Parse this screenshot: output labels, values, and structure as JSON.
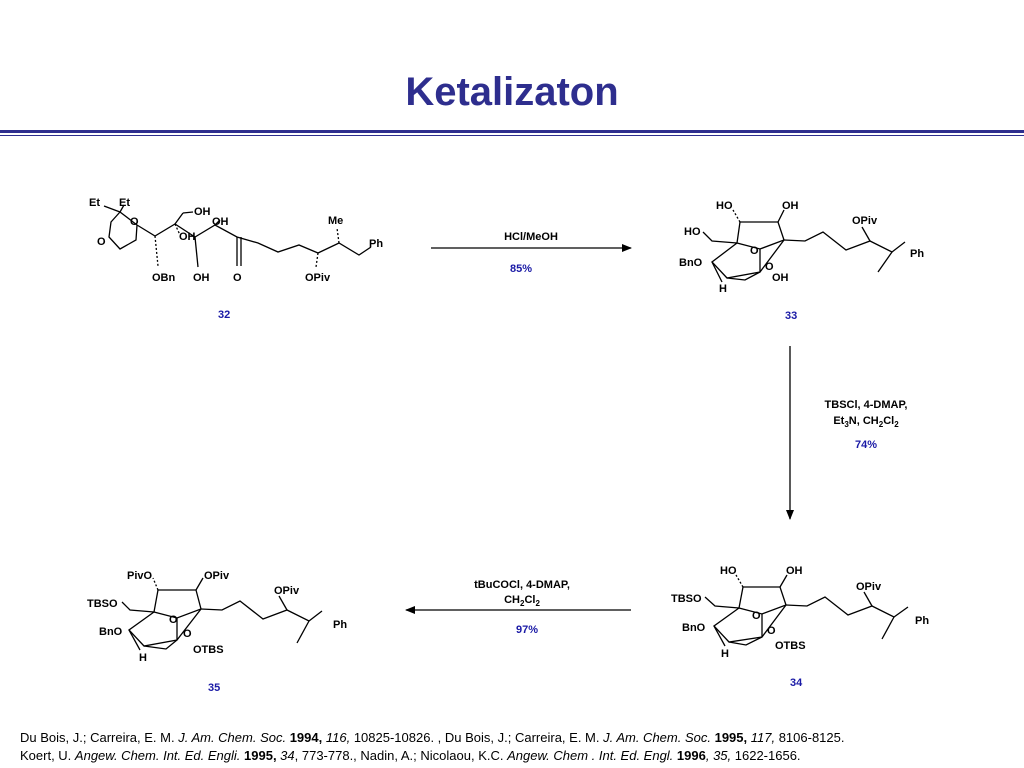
{
  "slide": {
    "title": "Ketalizaton"
  },
  "colors": {
    "title": "#2e2e8e",
    "accent": "#1a1aa6"
  },
  "scheme": {
    "step1": {
      "reagents": "HCl/MeOH",
      "yield": "85%"
    },
    "step2": {
      "reagents_line1": "TBSCl, 4-DMAP,",
      "yield": "74%"
    },
    "step3": {
      "reagents_line1": "tBuCOCl, 4-DMAP,",
      "yield": "97%"
    }
  },
  "compounds": {
    "c32": {
      "number": "32",
      "labels": {
        "et_left": "Et",
        "et_right": "Et",
        "ring_o_top": "O",
        "ring_o_left": "O",
        "oh_ch2": "OH",
        "oh_quat": "OH",
        "oh_top": "OH",
        "obn": "OBn",
        "oh_bottom": "OH",
        "ketone_o": "O",
        "opiv": "OPiv",
        "me": "Me",
        "ph": "Ph"
      }
    },
    "c33": {
      "number": "33",
      "labels": {
        "ho_top": "HO",
        "oh_top": "OH",
        "ho_left": "HO",
        "ring_o": "O",
        "ring_o2": "O",
        "bno": "BnO",
        "h": "H",
        "oh_bottom": "OH",
        "opiv": "OPiv",
        "ph": "Ph"
      }
    },
    "c34": {
      "number": "34",
      "labels": {
        "ho_top": "HO",
        "oh_top": "OH",
        "tbso": "TBSO",
        "ring_o": "O",
        "ring_o2": "O",
        "bno": "BnO",
        "h": "H",
        "otbs": "OTBS",
        "opiv": "OPiv",
        "ph": "Ph"
      }
    },
    "c35": {
      "number": "35",
      "labels": {
        "pivo": "PivO",
        "opiv_top": "OPiv",
        "tbso": "TBSO",
        "ring_o": "O",
        "ring_o2": "O",
        "bno": "BnO",
        "h": "H",
        "otbs": "OTBS",
        "opiv": "OPiv",
        "ph": "Ph"
      }
    }
  },
  "references": {
    "line1": {
      "a": "Du Bois, J.; Carreira, E. M. ",
      "b": "J. Am. Chem. Soc.",
      "c": " 1994,",
      "d": " 116,",
      "e": " 10825-10826. , Du Bois, J.; Carreira, E. M. ",
      "f": "J. Am. Chem. Soc.",
      "g": " 1995,",
      "h": " 117,",
      "i": " 8106-8125."
    },
    "line2": {
      "a": "Koert, U. ",
      "b": "Angew. Chem. Int. Ed. Engli.",
      "c": " 1995,",
      "d": " 34",
      "e": ", 773-778., Nadin, A.; Nicolaou, K.C. ",
      "f": "Angew. Chem . Int. Ed. Engl.",
      "g": " 1996",
      "h": ", 35,",
      "i": " 1622-1656."
    }
  }
}
